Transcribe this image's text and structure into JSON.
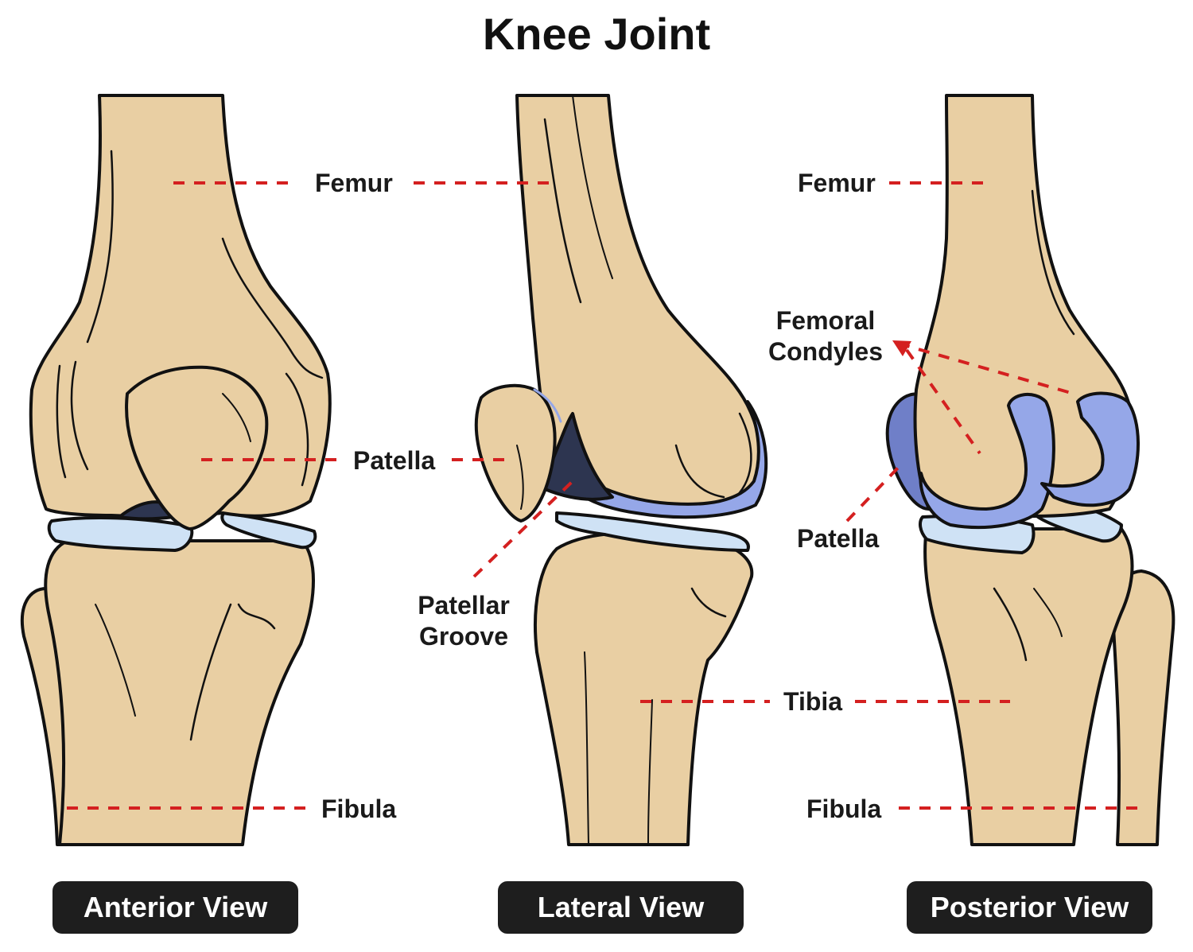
{
  "title": "Knee Joint",
  "colors": {
    "bone": "#E9CFA3",
    "outline": "#111111",
    "cartilage_light": "#CFE2F5",
    "cartilage_blue": "#95A7E8",
    "groove_dark": "#2D3550",
    "leader_line": "#D42020",
    "pill_bg": "#1E1E1E"
  },
  "views": [
    {
      "name": "Anterior View"
    },
    {
      "name": "Lateral View"
    },
    {
      "name": "Posterior View"
    }
  ],
  "labels": {
    "femur_1": "Femur",
    "femur_2": "Femur",
    "patella_1": "Patella",
    "patella_2": "Patella",
    "femoral_condyles_l1": "Femoral",
    "femoral_condyles_l2": "Condyles",
    "patellar_groove_l1": "Patellar",
    "patellar_groove_l2": "Groove",
    "tibia": "Tibia",
    "fibula_1": "Fibula",
    "fibula_2": "Fibula"
  }
}
